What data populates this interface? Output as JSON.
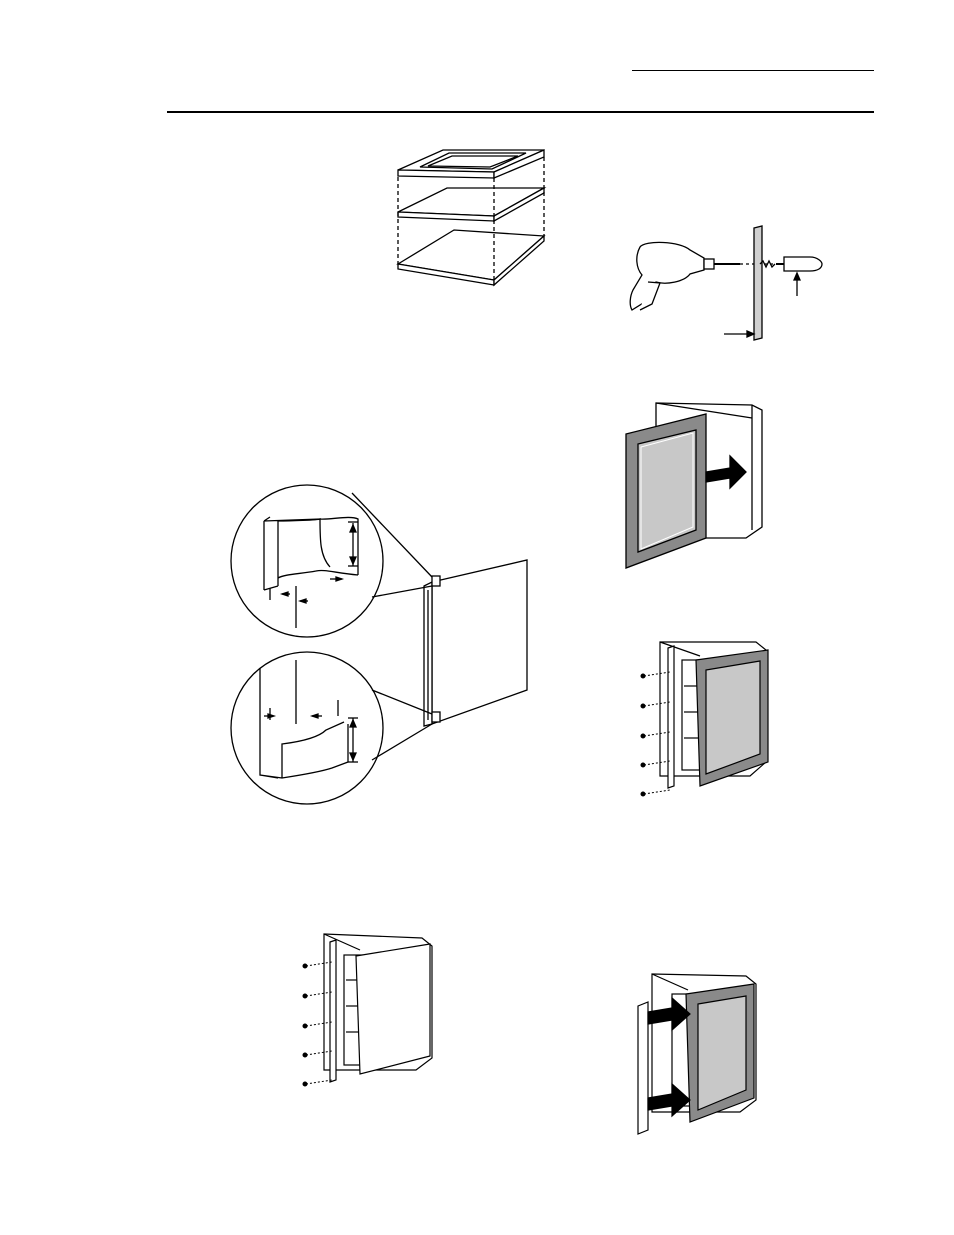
{
  "page": {
    "background": "#ffffff",
    "ink": "#000000",
    "panel_fill": "#c8c8c8",
    "frame_fill": "#8a8a8a"
  },
  "figures": [
    {
      "name": "stacked-panels-figure",
      "icon": "exploded-panels-icon"
    },
    {
      "name": "drill-into-panel-figure",
      "icon": "drill-icon"
    },
    {
      "name": "panel-corner-cutout-figure",
      "icon": "corner-detail-icon"
    },
    {
      "name": "slide-panel-into-door-figure",
      "icon": "arrow-right-icon"
    },
    {
      "name": "remove-door-trim-figure",
      "icon": "screws-icon"
    },
    {
      "name": "remove-handle-trim-figure",
      "icon": "screws-icon"
    },
    {
      "name": "attach-handle-figure",
      "icon": "arrow-right-icon"
    }
  ]
}
